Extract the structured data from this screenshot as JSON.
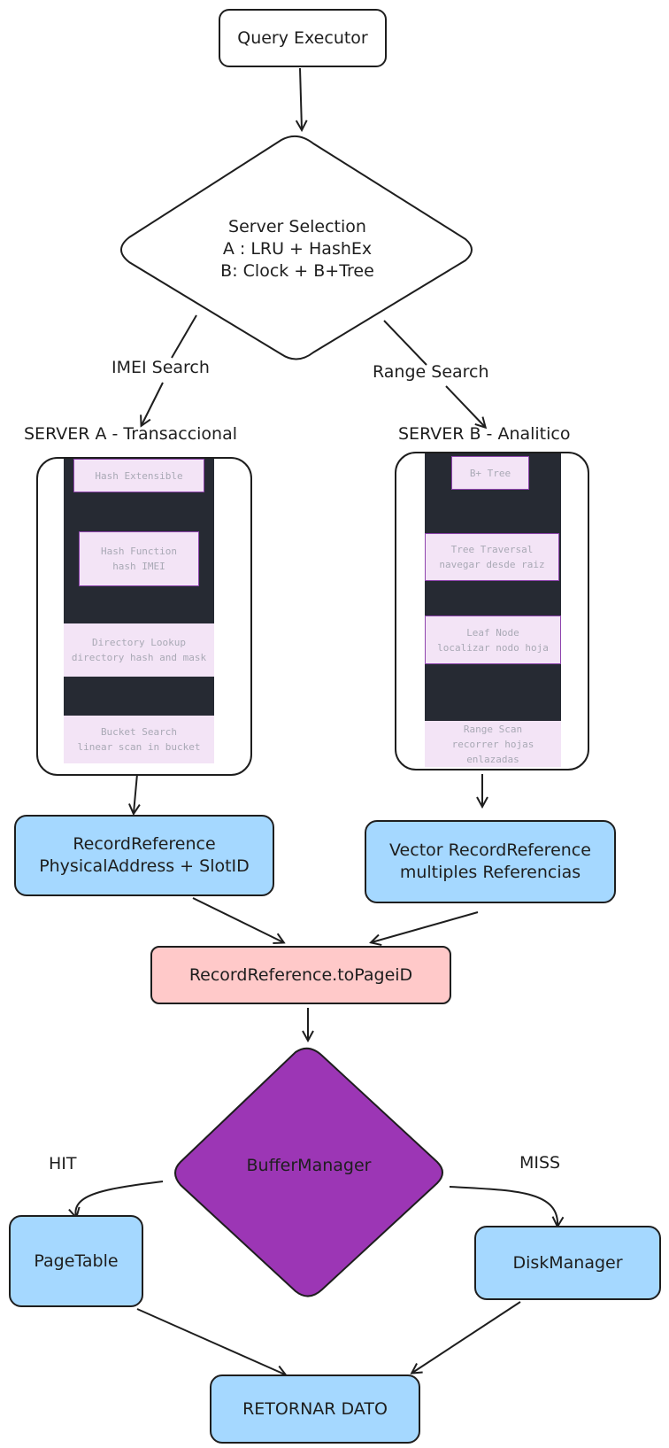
{
  "nodes": {
    "query_executor": "Query Executor",
    "server_selection": "Server Selection\nA : LRU + HashEx\nB: Clock + B+Tree",
    "server_a_title": "SERVER A - Transaccional",
    "server_b_title": "SERVER B - Analitico",
    "record_reference": "RecordReference\nPhysicalAddress + SlotID",
    "vector_record_reference": "Vector RecordReference\nmultiples Referencias",
    "to_page_id": "RecordReference.toPageiD",
    "buffer_manager": "BufferManager",
    "page_table": "PageTable",
    "disk_manager": "DiskManager",
    "retornar_dato": "RETORNAR DATO"
  },
  "edges": {
    "imei_search": "IMEI Search",
    "range_search": "Range Search",
    "hit": "HIT",
    "miss": "MISS"
  },
  "server_a_steps": [
    "Hash Extensible",
    "Hash Function\nhash IMEI",
    "Directory Lookup\ndirectory hash and mask",
    "Bucket Search\nlinear scan in bucket"
  ],
  "server_b_steps": [
    "B+ Tree",
    "Tree Traversal\nnavegar desde raiz",
    "Leaf Node\nlocalizar nodo hoja",
    "Range Scan\nrecorrer hojas enlazadas"
  ],
  "colors": {
    "blue_fill": "#a5d8ff",
    "pink_fill": "#ffc9c9",
    "purple_fill": "#9c36b5",
    "panel_dark": "#262a33",
    "step_fill": "#f3e4f6"
  }
}
